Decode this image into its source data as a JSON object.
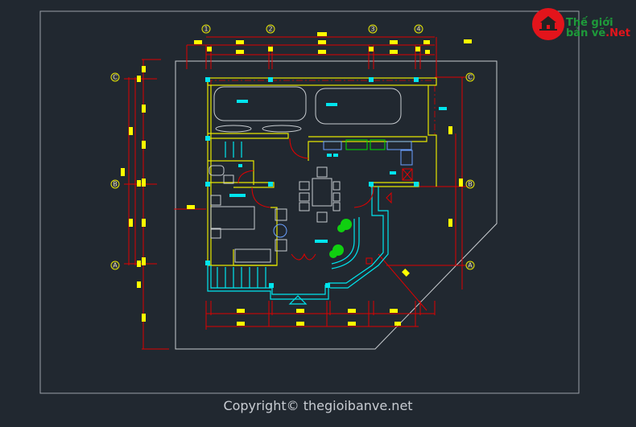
{
  "drawing": {
    "grid_top": [
      "1",
      "2",
      "3",
      "4"
    ],
    "grid_left": [
      "C",
      "B",
      "A"
    ],
    "grid_right": [
      "C",
      "B",
      "A"
    ]
  },
  "logo": {
    "line1": "Thế giới",
    "line2": "bản vẽ",
    "suffix": ".Net"
  },
  "copyright": "Copyright© thegioibanve.net",
  "colors": {
    "background": "#212830",
    "wall": "#e6e600",
    "wall2": "#00e5ee",
    "dimension": "#e00000",
    "label": "#ffff00",
    "brand_red": "#e3141b",
    "brand_green": "#1e9a3a"
  }
}
